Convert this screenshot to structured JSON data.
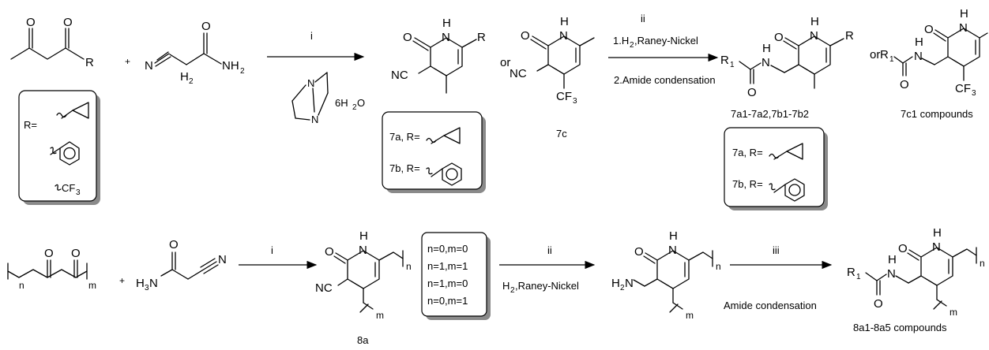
{
  "scheme": {
    "top": {
      "plus": "+",
      "r_sub": {
        "label": "R=",
        "cf3": "CF",
        "cf3_sub": "3"
      },
      "cyanoacetamide": {
        "n": "N",
        "h": "H",
        "h_sub": "2",
        "o": "O",
        "nh": "NH",
        "nh_sub": "2"
      },
      "diketone": {
        "r": "R",
        "o1": "O",
        "o2": "O"
      },
      "step1": {
        "label": "i",
        "hydrate": "6H",
        "hydrate_sub": "2",
        "hydrate_end": "O",
        "n1": "N",
        "n2": "N"
      },
      "pyridone_7ab": {
        "o": "O",
        "n": "N",
        "h": "H",
        "r": "R",
        "nc": "NC"
      },
      "or1": "or",
      "pyridone_7c": {
        "o": "O",
        "n": "N",
        "h": "H",
        "nc": "NC",
        "cf": "CF",
        "cf_sub": "3",
        "label": "7c"
      },
      "box_7ab": {
        "line1": "7a, R=",
        "line2": "7b, R="
      },
      "step2": {
        "label": "ii",
        "line1_a": "1.H",
        "line1_sub": "2",
        "line1_b": ",Raney-Nickel",
        "line2": "2.Amide condensation"
      },
      "product_7": {
        "r1": "R",
        "r1_sub": "1",
        "o1": "O",
        "o2": "O",
        "n": "N",
        "h": "H",
        "nh_n": "N",
        "nh_h": "H",
        "r": "R",
        "label": "7a1-7a2,7b1-7b2"
      },
      "or2": "or",
      "product_7c": {
        "r1": "R",
        "r1_sub": "1",
        "o1": "O",
        "o2": "O",
        "n": "N",
        "h": "H",
        "nh_n": "N",
        "nh_h": "H",
        "cf": "CF",
        "cf_sub": "3",
        "label": "7c1 compounds"
      },
      "box_prod": {
        "line1": "7a, R=",
        "line2": "7b, R="
      }
    },
    "bottom": {
      "plus": "+",
      "diketone": {
        "o1": "O",
        "o2": "O",
        "n": "n",
        "m": "m"
      },
      "cyanoacetamide": {
        "o": "O",
        "h3n": "H",
        "h3n_sub": "3",
        "h3n_end": "N",
        "n": "N"
      },
      "step1": {
        "label": "i"
      },
      "pyridone_8a": {
        "o": "O",
        "n": "N",
        "h": "H",
        "nc": "NC",
        "n_idx": "n",
        "m_idx": "m",
        "label": "8a"
      },
      "conditions": [
        "n=0,m=0",
        "n=1,m=1",
        "n=1,m=0",
        "n=0,m=1"
      ],
      "step2": {
        "label": "ii",
        "text_a": "H",
        "text_sub": "2",
        "text_b": ",Raney-Nickel"
      },
      "amine": {
        "o": "O",
        "n": "N",
        "h": "H",
        "h2n": "H",
        "h2n_sub": "2",
        "h2n_end": "N",
        "n_idx": "n",
        "m_idx": "m"
      },
      "step3": {
        "label": "iii",
        "text": "Amide condensation"
      },
      "product_8": {
        "r1": "R",
        "r1_sub": "1",
        "o1": "O",
        "o2": "O",
        "n": "N",
        "h": "H",
        "nh_n": "N",
        "nh_h": "H",
        "n_idx": "n",
        "m_idx": "m",
        "label": "8a1-8a5 compounds"
      }
    }
  }
}
